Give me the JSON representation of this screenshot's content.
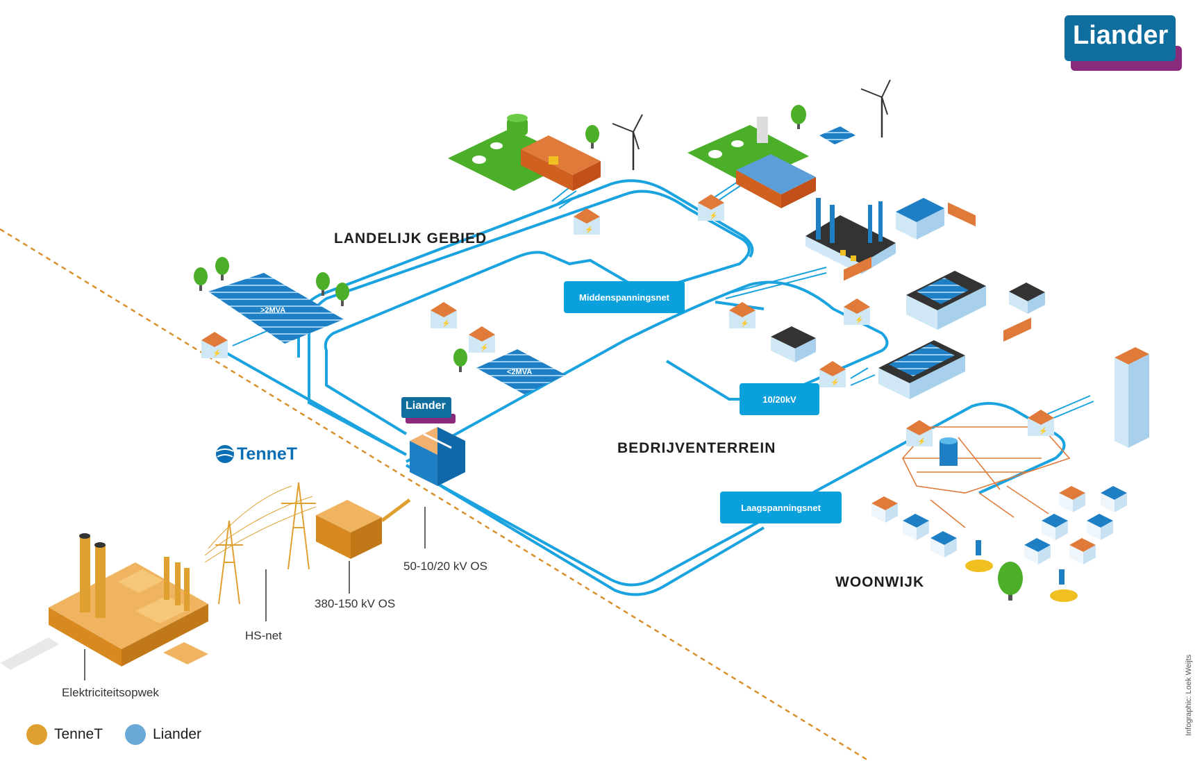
{
  "brand": {
    "logo_text": "Liander",
    "small_logo_text": "Liander",
    "tennet_text": "TenneT"
  },
  "zones": {
    "rural": "LANDELIJK GEBIED",
    "industrial": "BEDRIJVENTERREIN",
    "residential": "WOONWIJK"
  },
  "network_tags": {
    "medium_voltage": "Middenspanningsnet",
    "kv_10_20": "10/20kV",
    "low_voltage": "Laagspanningsnet"
  },
  "solar_fields": {
    "large": ">2MVA",
    "small": "<2MVA"
  },
  "captions": {
    "station_os": "50-10/20 kV OS",
    "station_hv": "380-150 kV OS",
    "hs_net": "HS-net",
    "generation": "Elektriciteitsopwek"
  },
  "legend": [
    {
      "label": "TenneT",
      "color": "#e0a030"
    },
    {
      "label": "Liander",
      "color": "#6aa8d8"
    }
  ],
  "credit": "Infographic: Loek Weijts",
  "colors": {
    "liander_blue": "#0aa0dc",
    "tennet_orange": "#e0a030",
    "grass": "#4caf2a",
    "roof_orange": "#e07a3a",
    "purple": "#8a2a7a"
  }
}
